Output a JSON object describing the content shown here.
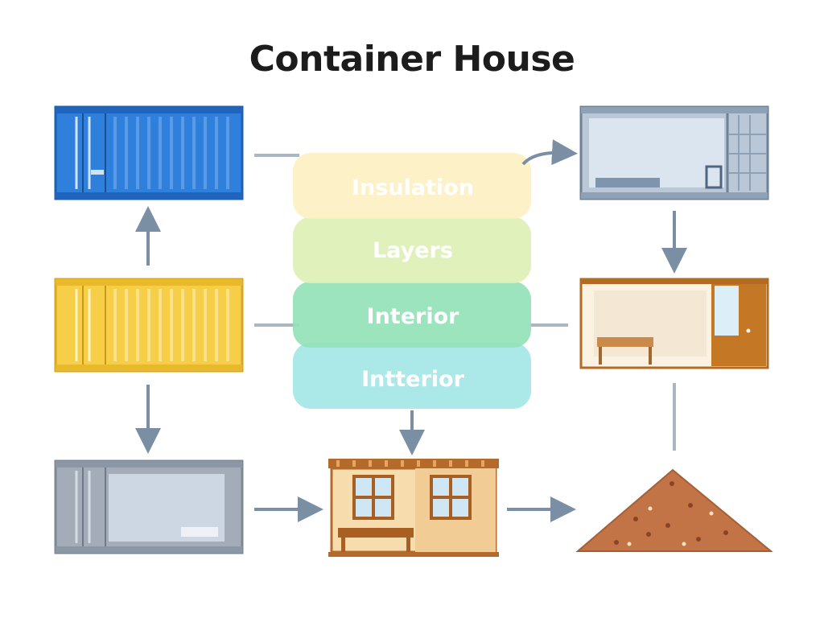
{
  "title": "Container House",
  "layers": [
    {
      "label": "Insulation",
      "color": "#fdf0c2"
    },
    {
      "label": "Layers",
      "color": "#def0b6"
    },
    {
      "label": "Interior",
      "color": "#93e2b7"
    },
    {
      "label": "Intterior",
      "color": "#a4e6e6"
    }
  ],
  "colors": {
    "blue_container": "#2f7fdc",
    "yellow_container": "#f6ce48",
    "gray_container": "#a3acb8",
    "wood": "#c9863f",
    "pile": "#c27447",
    "arrow": "#7a8fa3"
  }
}
